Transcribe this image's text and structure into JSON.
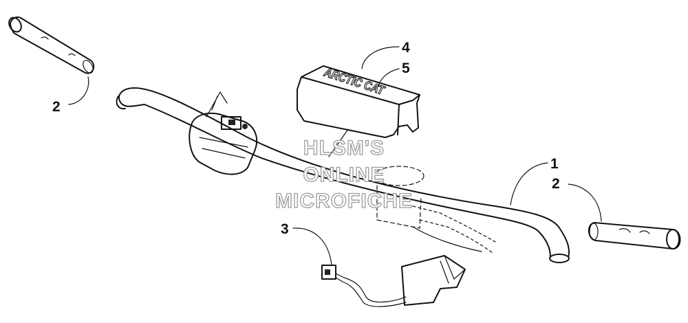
{
  "watermark": {
    "line1": "HLSM'S",
    "line2": "ONLINE",
    "line3": "MICROFICHE"
  },
  "callouts": [
    {
      "id": "1",
      "label": "1"
    },
    {
      "id": "2a",
      "label": "2"
    },
    {
      "id": "2b",
      "label": "2"
    },
    {
      "id": "3",
      "label": "3"
    },
    {
      "id": "4",
      "label": "4"
    },
    {
      "id": "5",
      "label": "5"
    }
  ],
  "pad_print": "ARCTIC CAT",
  "colors": {
    "ink": "#111111",
    "stipple": "#bdbdbd",
    "watermark_stroke": "#9a9a9a"
  }
}
